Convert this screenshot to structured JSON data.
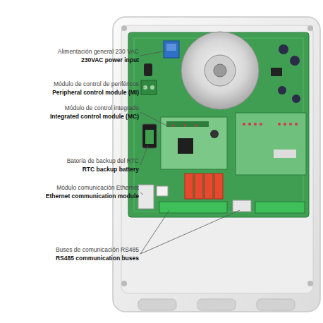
{
  "diagram": {
    "labels": [
      "Alimentación general 230 VAC",
      "230VAC power input",
      "Módulo de control de periféricos",
      "Peripheral control module (MI)",
      "Módulo de control integrado",
      "Integrated control module (MC)",
      "Batería de backup del RTC",
      "RTC backup battery",
      "Módulo comunicación Ethernet",
      "Ethernet communication module",
      "Buses de comunicación RS485",
      "RS485 communication buses"
    ]
  }
}
